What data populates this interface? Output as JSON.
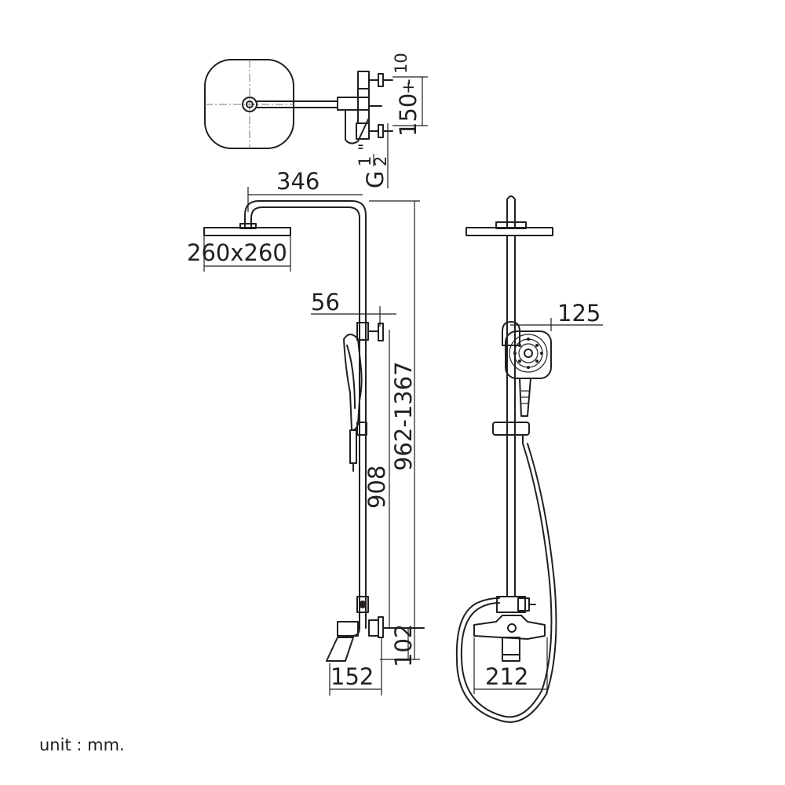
{
  "dimensions": {
    "thread_size_prefix": "G",
    "thread_size_fraction_num": "1",
    "thread_size_fraction_den": "2",
    "thread_size_inch_mark": "\"",
    "inlet_spacing": "150",
    "inlet_tolerance_plus": "+",
    "inlet_tolerance_minus": "-",
    "inlet_tolerance_value": "10",
    "arm_reach": "346",
    "rain_head_size": "260x260",
    "wall_offset": "56",
    "adjustable_height": "962-1367",
    "rail_height": "908",
    "mixer_height": "102",
    "mixer_depth": "152",
    "hand_shower_width": "125",
    "mixer_width": "212"
  },
  "footer": {
    "unit_label": "unit : mm."
  }
}
